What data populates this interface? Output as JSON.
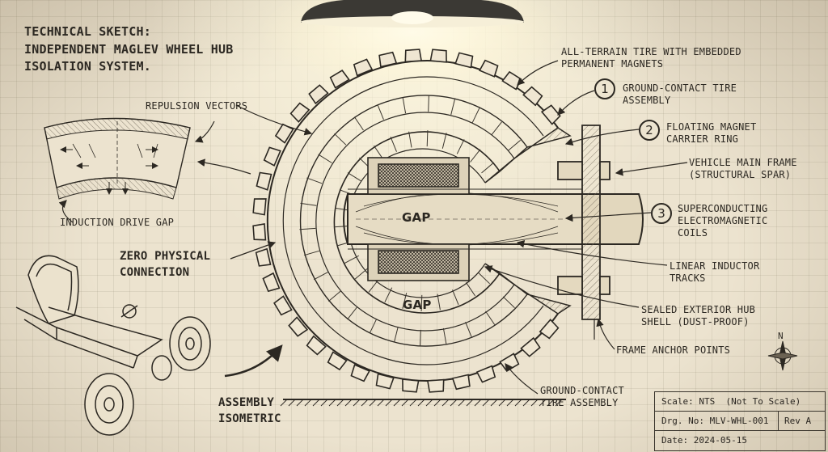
{
  "title": {
    "line1": "TECHNICAL SKETCH:",
    "line2": "INDEPENDENT MAGLEV WHEEL HUB",
    "line3": "ISOLATION SYSTEM."
  },
  "labels": {
    "tire_magnets_1": "ALL-TERRAIN TIRE WITH EMBEDDED",
    "tire_magnets_2": "PERMANENT MAGNETS",
    "ground_contact_1": "GROUND-CONTACT TIRE",
    "ground_contact_2": "ASSEMBLY",
    "floating_ring_1": "FLOATING MAGNET",
    "floating_ring_2": "CARRIER RING",
    "frame_1": "VEHICLE MAIN FRAME",
    "frame_2": "(STRUCTURAL SPAR)",
    "coils_1": "SUPERCONDUCTING",
    "coils_2": "ELECTROMAGNETIC",
    "coils_3": "COILS",
    "inductor_1": "LINEAR INDUCTOR",
    "inductor_2": "TRACKS",
    "shell_1": "SEALED EXTERIOR HUB",
    "shell_2": "SHELL (DUST-PROOF)",
    "anchor": "FRAME ANCHOR POINTS",
    "bottom_tire_1": "GROUND-CONTACT",
    "bottom_tire_2": "TIRE ASSEMBLY",
    "repulsion": "REPULSION VECTORS",
    "induction_gap": "INDUCTION DRIVE GAP",
    "zero_1": "ZERO PHYSICAL",
    "zero_2": "CONNECTION",
    "iso_1": "ASSEMBLY",
    "iso_2": "ISOMETRIC",
    "gap_center": "GAP",
    "gap_lower": "GAP",
    "compass_n": "N"
  },
  "callout_numbers": [
    "1",
    "2",
    "3"
  ],
  "title_block": {
    "scale": "Scale: NTS  (Not To Scale)",
    "drawing_no": "Drg. No: MLV-WHL-001",
    "rev": "Rev A",
    "date": "Date: 2024-05-15"
  },
  "colors": {
    "paper": "#ece3cf",
    "ink": "#2c2822",
    "hatch": "#6b6253",
    "lamp_glow": "#fff4cf"
  }
}
